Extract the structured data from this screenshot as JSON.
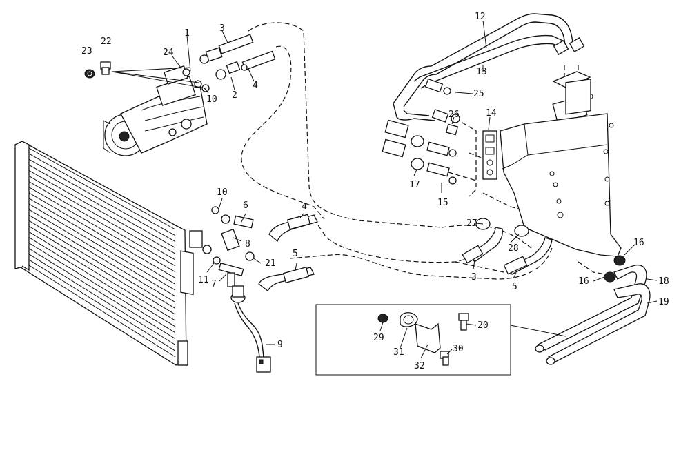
{
  "callouts": {
    "c1": "1",
    "c2": "2",
    "c3a": "3",
    "c3b": "3",
    "c4a": "4",
    "c4b": "4",
    "c5a": "5",
    "c5b": "5",
    "c6": "6",
    "c7": "7",
    "c8": "8",
    "c9": "9",
    "c10a": "10",
    "c10b": "10",
    "c11": "11",
    "c12": "12",
    "c13": "13",
    "c14": "14",
    "c15": "15",
    "c16a": "16",
    "c16b": "16",
    "c17": "17",
    "c18": "18",
    "c19": "19",
    "c20": "20",
    "c21": "21",
    "c22": "22",
    "c23": "23",
    "c24": "24",
    "c25": "25",
    "c26": "26",
    "c27": "27",
    "c28": "28",
    "c29": "29",
    "c30": "30",
    "c31": "31",
    "c32": "32"
  },
  "icons": [
    "compressor-icon",
    "condenser-icon",
    "pressure-switch-icon",
    "evaporator-housing-icon",
    "hose-icon",
    "clamp-icon"
  ]
}
